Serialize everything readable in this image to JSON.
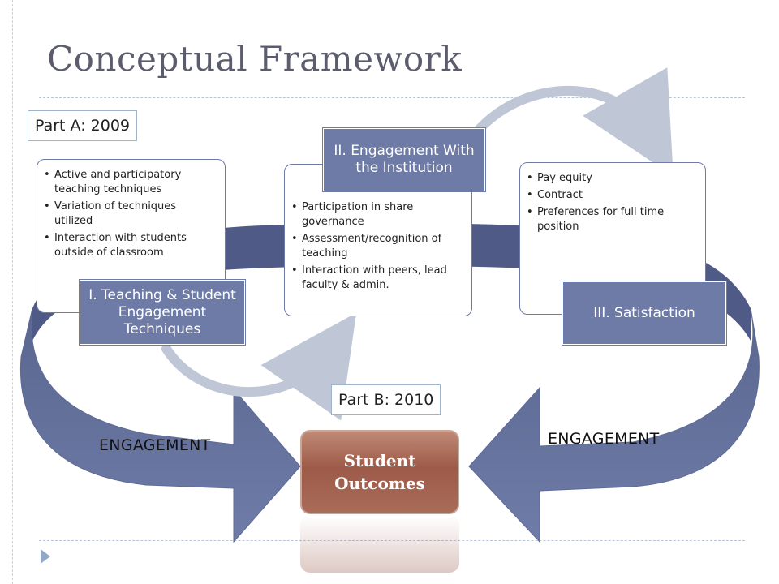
{
  "title": "Conceptual Framework",
  "part_a": "Part A: 2009",
  "part_b": "Part B: 2010",
  "engagement_left": "ENGAGEMENT",
  "engagement_right": "ENGAGEMENT",
  "outcomes": "Student Outcomes",
  "cards": [
    {
      "label": "I. Teaching & Student Engagement Techniques",
      "bullets": [
        "Active and participatory teaching techniques",
        "Variation of techniques utilized",
        "Interaction with students outside of classroom"
      ]
    },
    {
      "label": "II. Engagement With the Institution",
      "bullets": [
        "Participation in share governance",
        "Assessment/recognition of teaching",
        "Interaction with peers, lead faculty & admin."
      ]
    },
    {
      "label": "III. Satisfaction",
      "bullets": [
        "Pay equity",
        "Contract",
        "Preferences for full time position"
      ]
    }
  ],
  "colors": {
    "arrow_fill": "#6d7ba6",
    "arrow_dark": "#4e5a86",
    "curved_arrow": "#bfc6d6",
    "outcome_fill": "#a56451"
  }
}
